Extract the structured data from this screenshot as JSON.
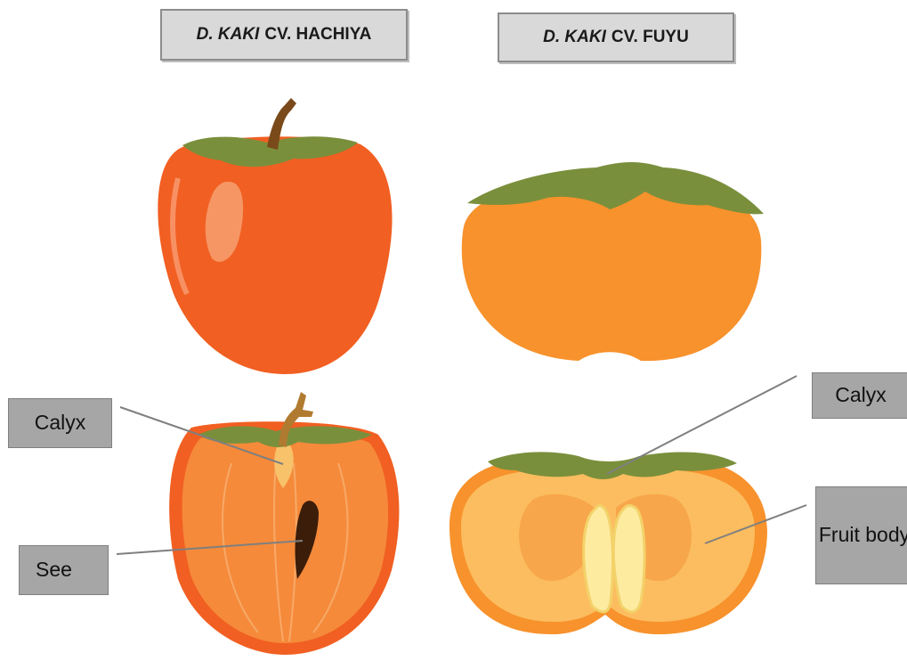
{
  "headers": {
    "left": {
      "species": "D. KAKI",
      "cultivar": "CV. HACHIYA"
    },
    "right": {
      "species": "D. KAKI",
      "cultivar": "CV. FUYU"
    }
  },
  "labels": {
    "calyx_left": "Calyx",
    "seed": "See",
    "calyx_right": "Calyx",
    "fruit_body": "Fruit body"
  },
  "colors": {
    "hachiya_skin": "#f15f22",
    "hachiya_flesh": "#f58a3a",
    "fuyu_skin": "#f7922c",
    "fuyu_flesh": "#fbbd5f",
    "calyx_leaf": "#7a8f3c",
    "stem": "#7a4a1a",
    "seed": "#3b1d0a",
    "label_fill": "#a6a6a6",
    "header_fill": "#d9d9d9"
  }
}
